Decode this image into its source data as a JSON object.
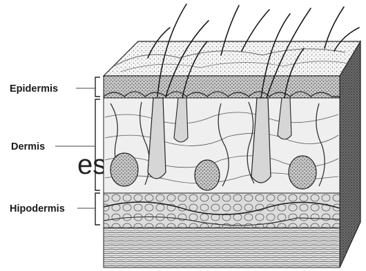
{
  "diagram": {
    "labels": {
      "epidermis": "Epidermis",
      "dermis": "Dermis",
      "hypodermis": "Hipodermis"
    },
    "partial_text": "es"
  }
}
